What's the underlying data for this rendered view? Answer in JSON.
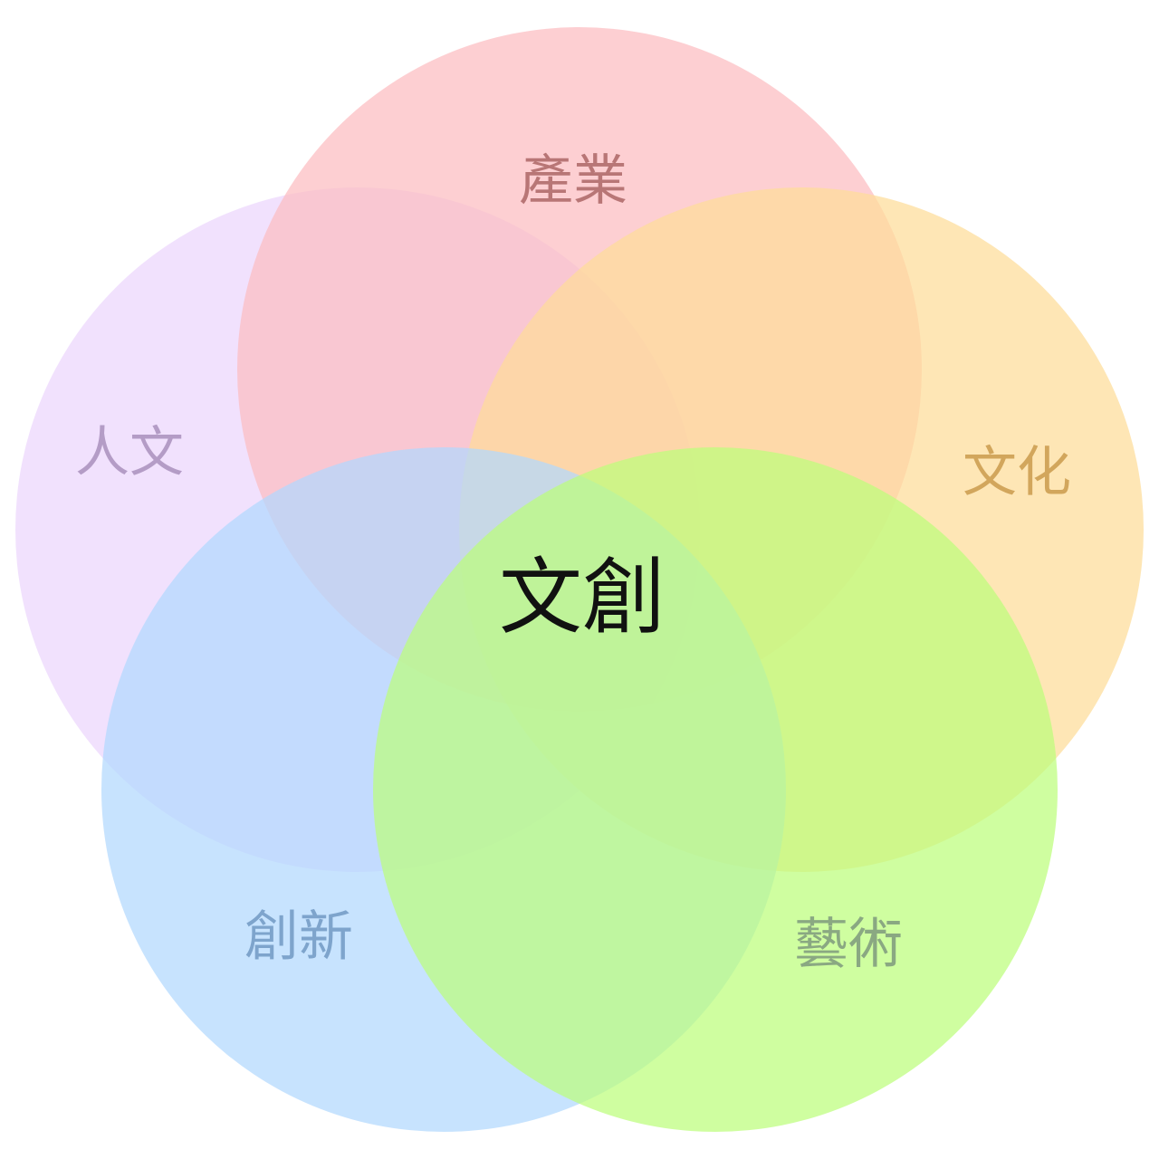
{
  "diagram": {
    "center_label": "文創",
    "center_color": "#111111",
    "sets": [
      {
        "id": "humanities",
        "label": "人文",
        "fill": "#ecd6fc",
        "text_color": "#b49cc6"
      },
      {
        "id": "industry",
        "label": "產業",
        "fill": "#fcbcc0",
        "text_color": "#b87676"
      },
      {
        "id": "culture",
        "label": "文化",
        "fill": "#fedc98",
        "text_color": "#d2a65c"
      },
      {
        "id": "innovation",
        "label": "創新",
        "fill": "#b2d8fe",
        "text_color": "#7ea4cc"
      },
      {
        "id": "art",
        "label": "藝術",
        "fill": "#bcfe7c",
        "text_color": "#8aa882"
      }
    ]
  }
}
